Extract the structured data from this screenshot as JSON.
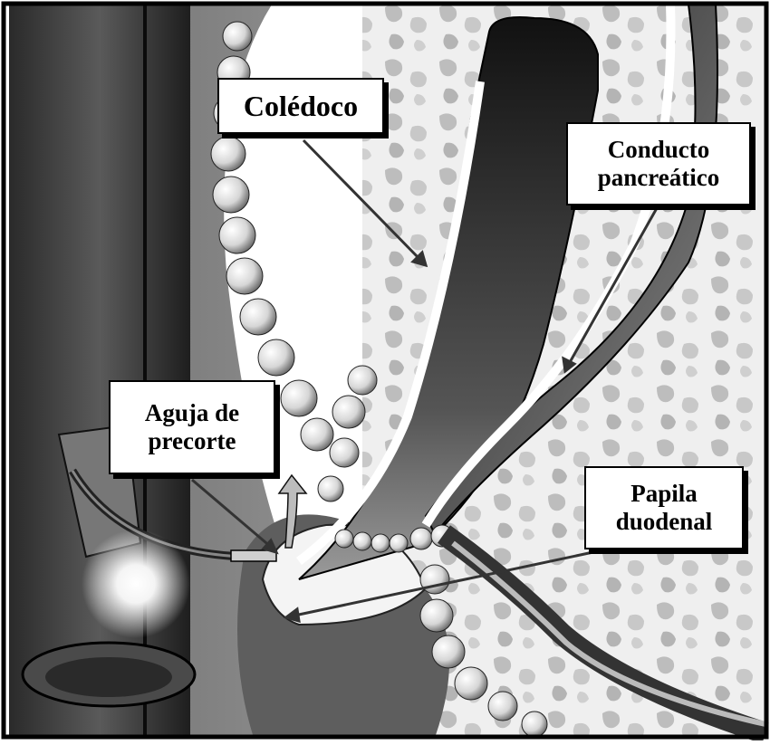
{
  "labels": {
    "coledoco": {
      "lines": [
        "Colédoco"
      ]
    },
    "conducto": {
      "lines": [
        "Conducto",
        "pancreático"
      ]
    },
    "aguja": {
      "lines": [
        "Aguja de",
        "precorte"
      ]
    },
    "papila": {
      "lines": [
        "Papila",
        "duodenal"
      ]
    }
  }
}
